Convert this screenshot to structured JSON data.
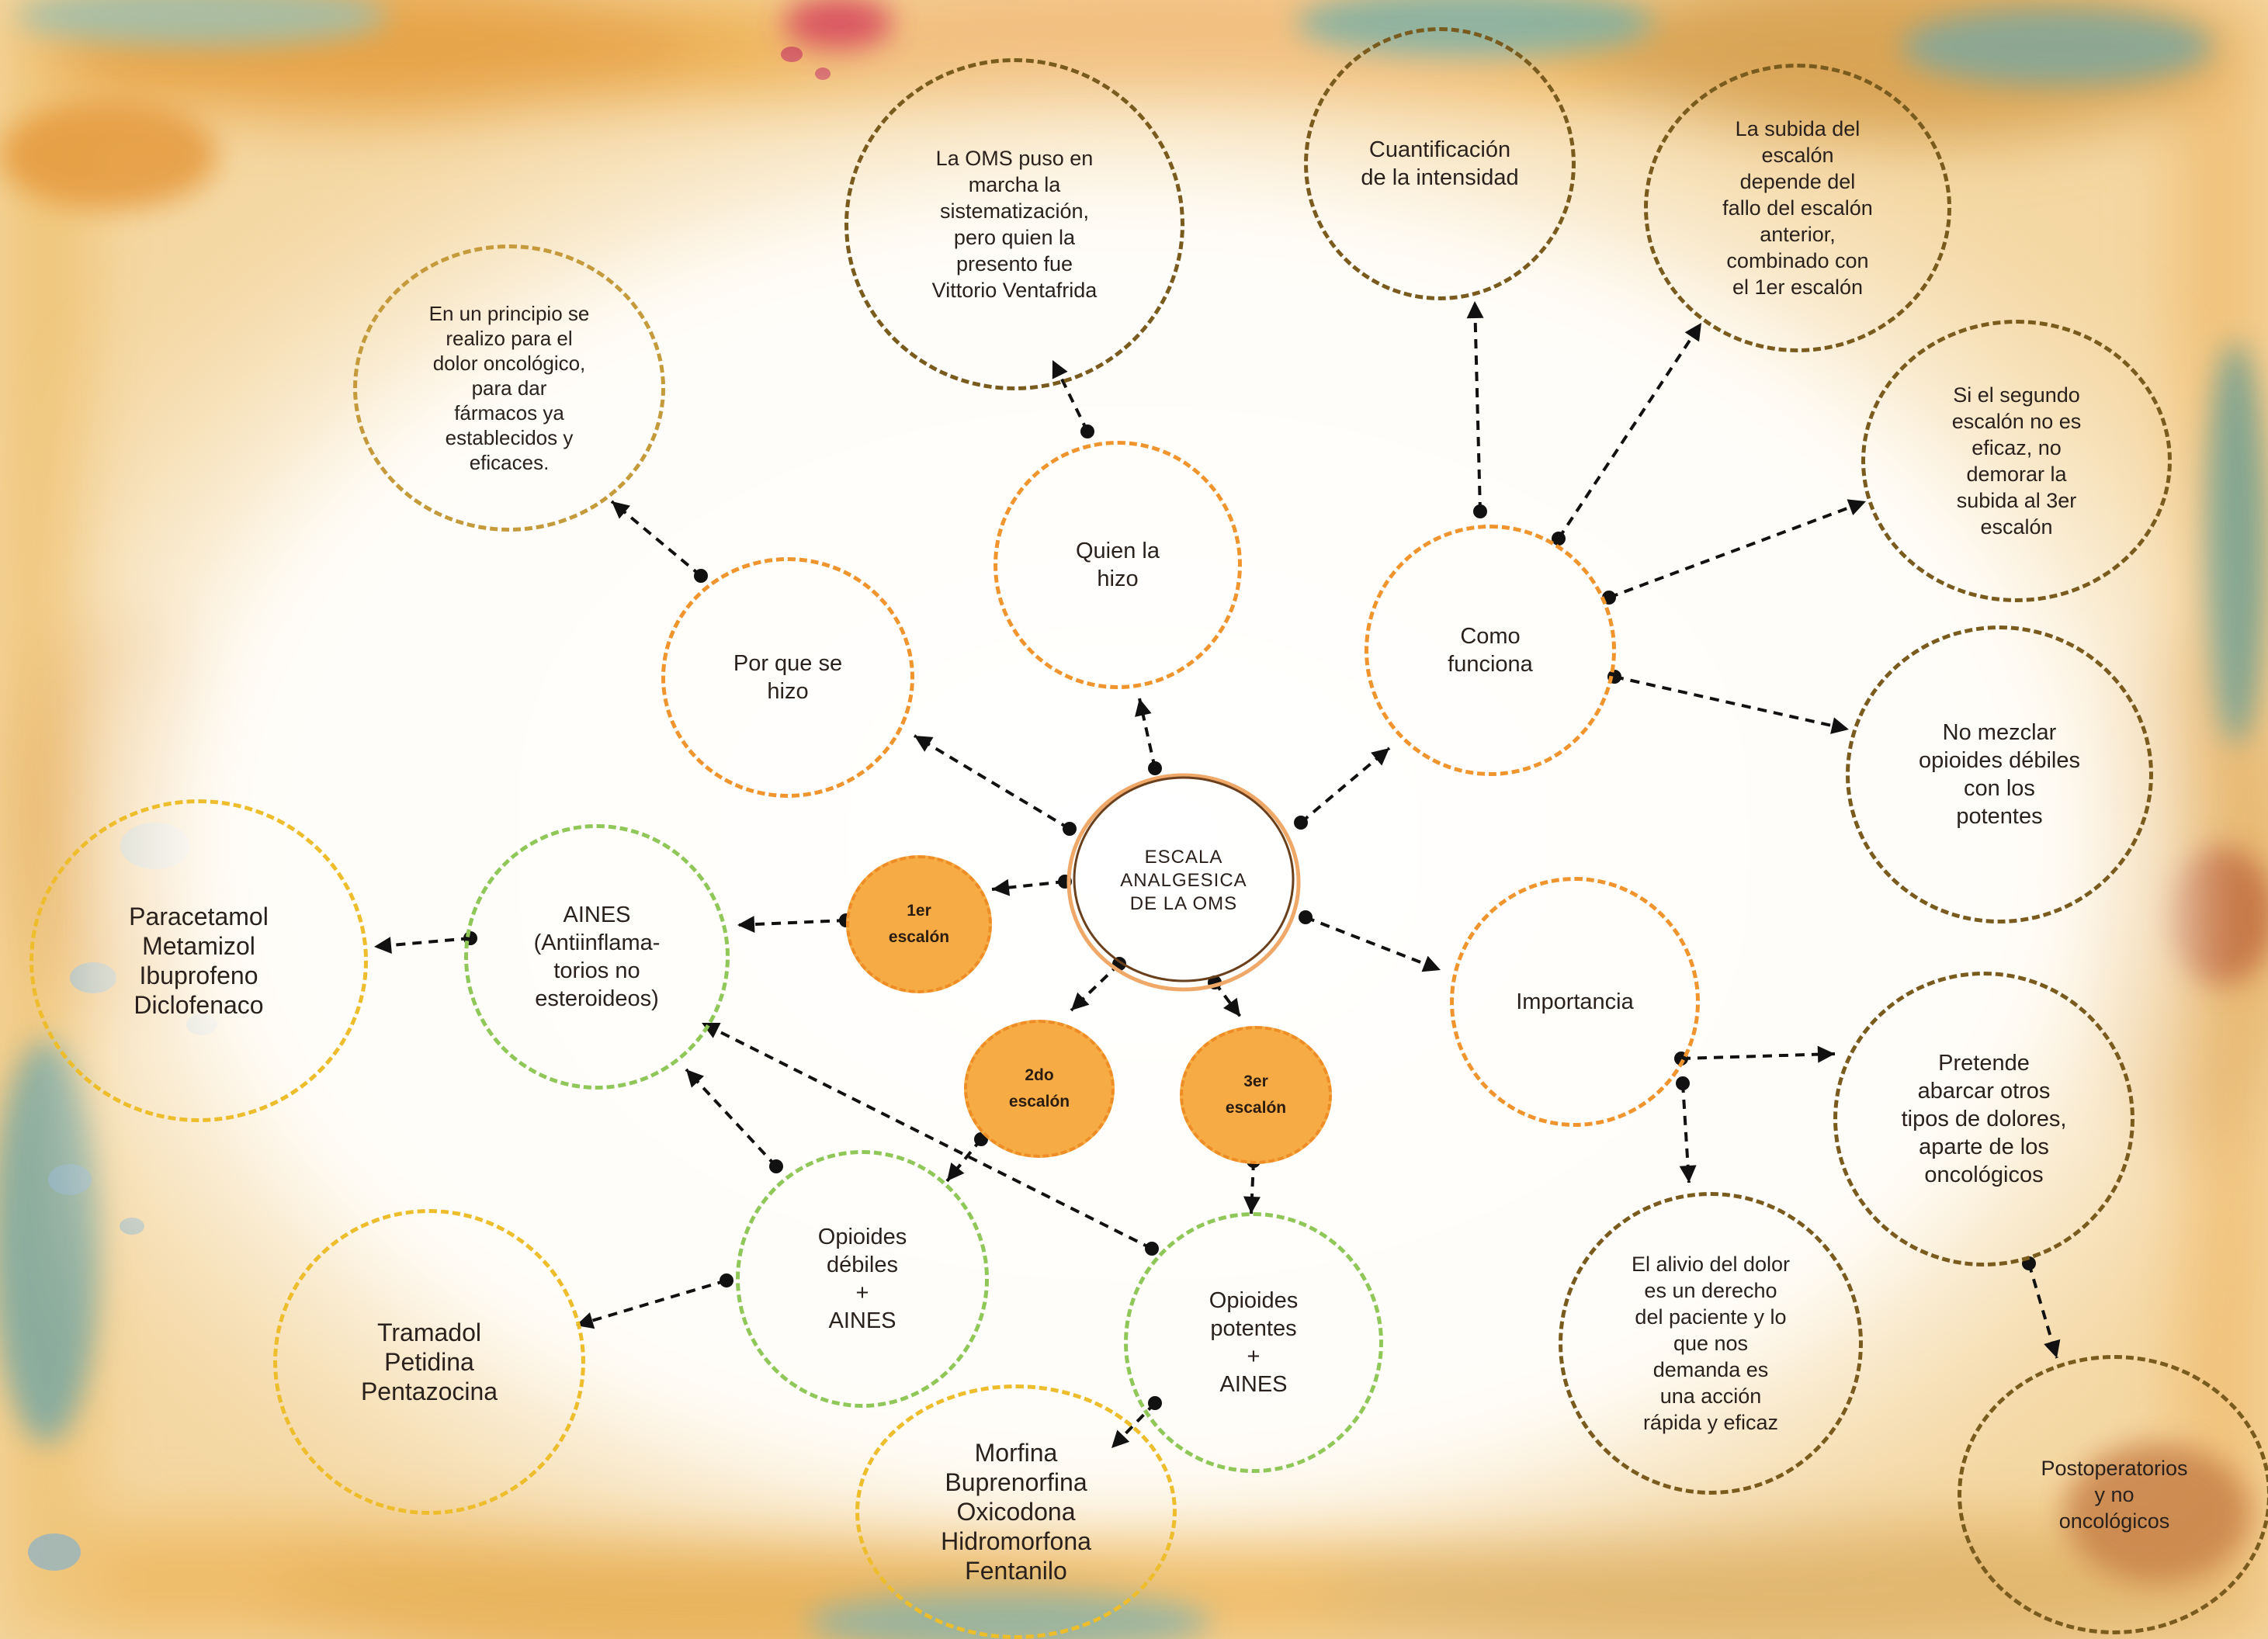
{
  "diagram": {
    "center": {
      "label": "ESCALA\nANALGESICA\nDE LA OMS"
    },
    "steps": {
      "step1": "1er\nescalón",
      "step2": "2do\nescalón",
      "step3": "3er\nescalón"
    },
    "nodes": {
      "por_que": "Por que se\nhizo",
      "por_que_detail": "En un principio se\nrealizo para el\ndolor oncológico,\npara dar\nfármacos ya\nestablecidos y\neficaces.",
      "quien": "Quien la\nhizo",
      "quien_detail": "La OMS puso en\nmarcha la\nsistematización,\npero quien la\npresento fue\nVittorio Ventafrida",
      "como": "Como\nfunciona",
      "cuantificacion": "Cuantificación\nde la intensidad",
      "subida": "La subida del\nescalón\ndepende del\nfallo del escalón\nanterior,\ncombinado con\nel 1er escalón",
      "segundo": "Si el segundo\nescalón no es\neficaz, no\ndemorar la\nsubida al 3er\nescalón",
      "no_mezclar": "No mezclar\nopioides débiles\ncon los\npotentes",
      "importancia": "Importancia",
      "pretende": "Pretende\nabarcar otros\ntipos de dolores,\naparte de los\noncológicos",
      "postoperatorios": "Postoperatorios\ny no\noncológicos",
      "alivio": "El alivio del dolor\nes un derecho\ndel paciente y lo\nque nos\ndemanda es\nuna acción\nrápida y eficaz",
      "aines": "AINES\n(Antiinflama-\ntorios no\nesteroideos)",
      "aines_list": "Paracetamol\nMetamizol\nIbuprofeno\nDiclofenaco",
      "opioides_debiles": "Opioides\ndébiles\n+\nAINES",
      "debiles_list": "Tramadol\nPetidina\nPentazocina",
      "opioides_potentes": "Opioides\npotentes\n+\nAINES",
      "potentes_list": "Morfina\nBuprenorfina\nOxicodona\nHidromorfona\nFentanilo"
    }
  },
  "colors": {
    "orange_border": "#f0952e",
    "brown_border": "#7a5b1e",
    "green_border": "#8fc758",
    "yellow_border": "#edbd2c",
    "step_fill": "#f7ab45",
    "arrow": "#111111"
  }
}
